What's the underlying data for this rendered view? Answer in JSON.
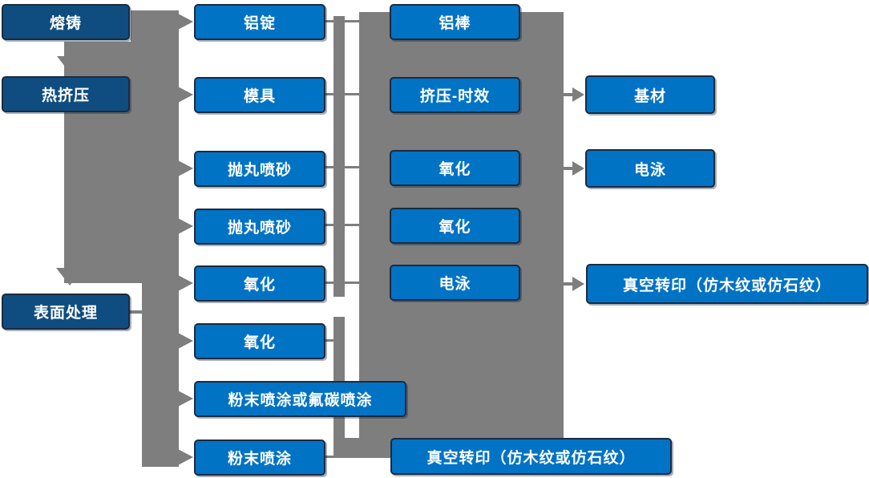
{
  "colors": {
    "box_fill": "#0173C5",
    "box_fill_dark": "#0F4D80",
    "box_border": "#1B2B3F",
    "connector": "#7E7E7E",
    "text": "#FFFFFF",
    "background": "#FFFFFF"
  },
  "flowchart": {
    "stage_column": [
      {
        "label": "熔铸"
      },
      {
        "label": "热挤压"
      },
      {
        "label": "表面处理"
      }
    ],
    "step_column_1": [
      {
        "label": "铝锭"
      },
      {
        "label": "模具"
      },
      {
        "label": "抛丸喷砂"
      },
      {
        "label": "抛丸喷砂"
      },
      {
        "label": "氧化"
      },
      {
        "label": "氧化"
      },
      {
        "label": "粉末喷涂或氟碳喷涂"
      },
      {
        "label": "粉末喷涂"
      }
    ],
    "step_column_2": [
      {
        "label": "铝棒"
      },
      {
        "label": "挤压-时效"
      },
      {
        "label": "氧化"
      },
      {
        "label": "氧化"
      },
      {
        "label": "电泳"
      },
      {
        "label": "真空转印（仿木纹或仿石纹）"
      }
    ],
    "output_column": [
      {
        "label": "基材"
      },
      {
        "label": "电泳"
      },
      {
        "label": "真空转印（仿木纹或仿石纹）"
      }
    ]
  }
}
